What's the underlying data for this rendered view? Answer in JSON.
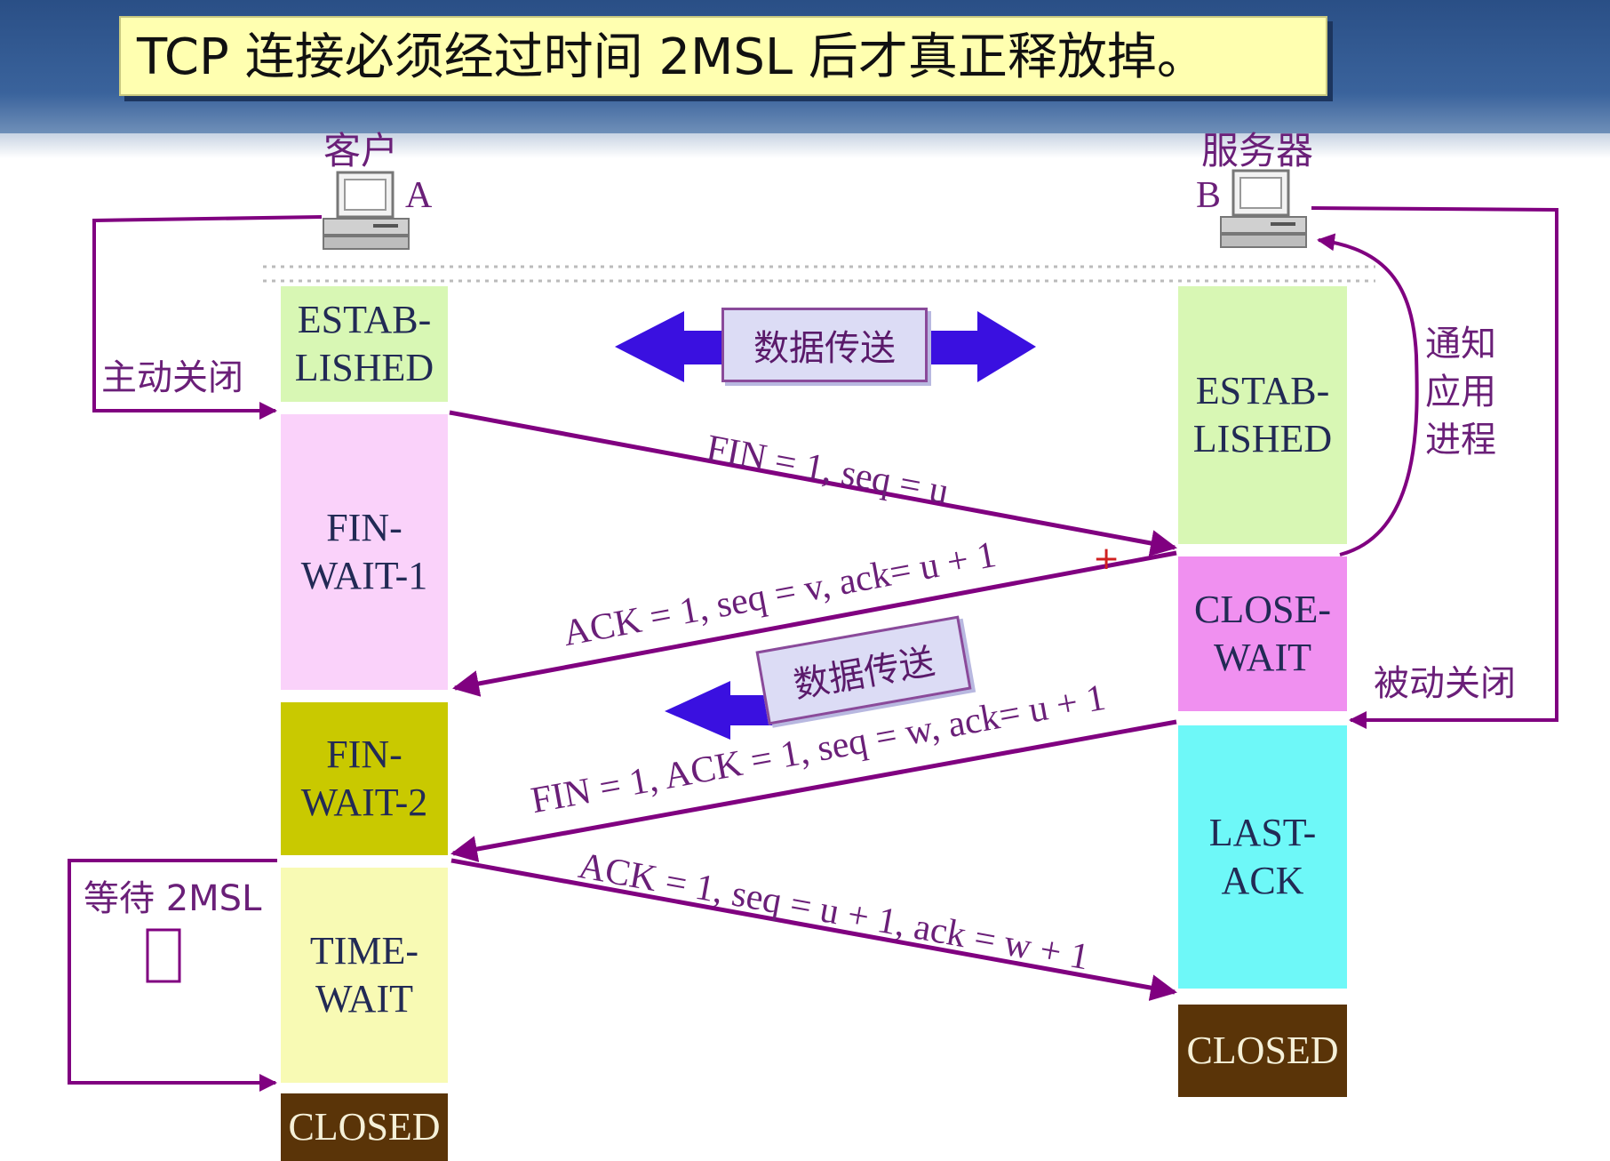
{
  "title": "TCP 连接必须经过时间 2MSL 后才真正释放掉。",
  "client": {
    "name": "客户",
    "letter": "A"
  },
  "server": {
    "name": "服务器",
    "letter": "B"
  },
  "client_states": [
    {
      "label": "ESTAB-\nLISHED",
      "color": "#d8f7b4"
    },
    {
      "label": "FIN-\nWAIT-1",
      "color": "#fad2fa"
    },
    {
      "label": "FIN-\nWAIT-2",
      "color": "#c9c900"
    },
    {
      "label": "TIME-\nWAIT",
      "color": "#f8fab4"
    },
    {
      "label": "CLOSED",
      "color": "#5a3408"
    }
  ],
  "server_states": [
    {
      "label": "ESTAB-\nLISHED",
      "color": "#d8f7b4"
    },
    {
      "label": "CLOSE-\nWAIT",
      "color": "#f090f0"
    },
    {
      "label": "LAST-\nACK",
      "color": "#6ef8f8"
    },
    {
      "label": "CLOSED",
      "color": "#5a3408"
    }
  ],
  "messages": {
    "fin1": "FIN = 1, seq = u",
    "ack1": "ACK = 1, seq = v, ack= u + 1",
    "fin2": "FIN = 1, ACK = 1, seq = w, ack= u + 1",
    "ack2": "ACK = 1, seq = u + 1, ack = w + 1"
  },
  "labels": {
    "active_close": "主动关闭",
    "passive_close": "被动关闭",
    "notify_app": "通知\n应用\n进程",
    "wait_2msl": "等待 2MSL",
    "data_transfer_1": "数据传送",
    "data_transfer_2": "数据传送"
  },
  "colors": {
    "line": "#800080",
    "arrow": "#3a10e0"
  }
}
